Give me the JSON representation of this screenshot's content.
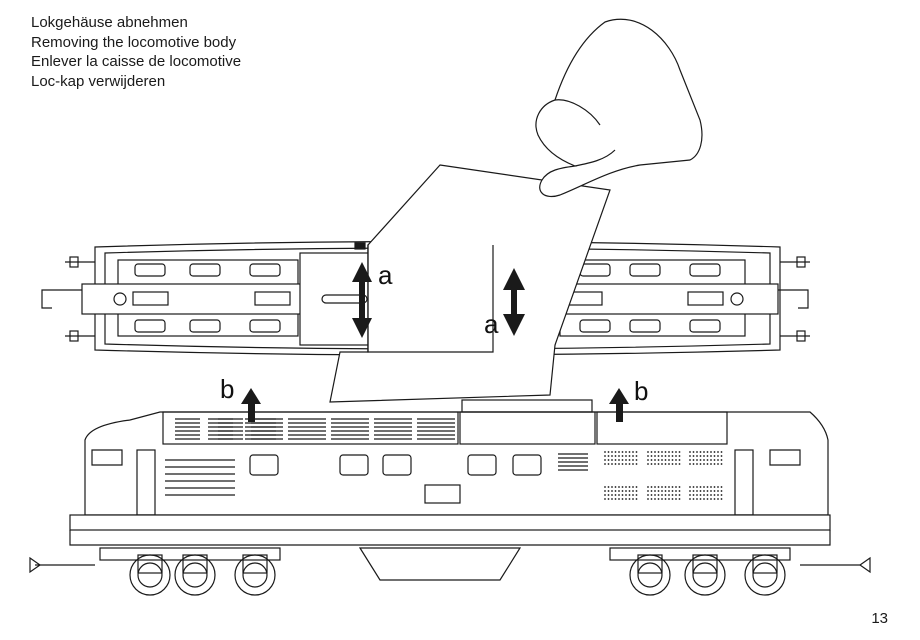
{
  "captions": [
    "Lokgehäuse abnehmen",
    "Removing the locomotive body",
    "Enlever la caisse de locomotive",
    "Loc-kap verwijderen"
  ],
  "labels": {
    "a1": "a",
    "a2": "a",
    "b1": "b",
    "b2": "b"
  },
  "page_number": "13"
}
